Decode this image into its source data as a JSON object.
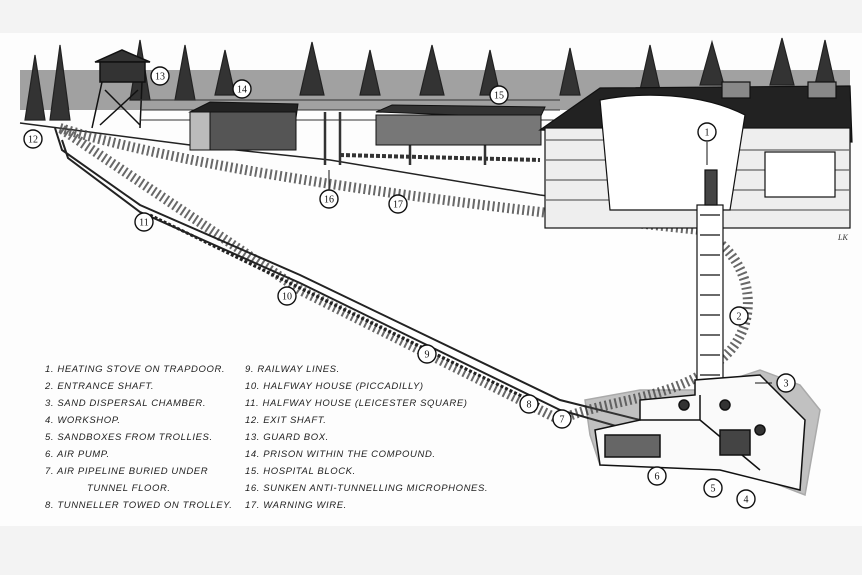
{
  "markers": [
    "1",
    "2",
    "3",
    "4",
    "5",
    "6",
    "7",
    "8",
    "9",
    "10",
    "11",
    "12",
    "13",
    "14",
    "15",
    "16",
    "17"
  ],
  "legend": {
    "left": [
      "1. Heating stove on trapdoor.",
      "2. Entrance shaft.",
      "3. Sand dispersal chamber.",
      "4. Workshop.",
      "5. Sandboxes from trollies.",
      "6. Air pump.",
      "7. Air pipeline buried under",
      "tunnel floor.",
      "8. Tunneller towed on trolley."
    ],
    "right": [
      "9. Railway lines.",
      "10. Halfway house (Piccadilly)",
      "11. Halfway house (Leicester Square)",
      "12. Exit shaft.",
      "13. Guard box.",
      "14. Prison within the compound.",
      "15. Hospital block.",
      "16. Sunken anti-tunnelling microphones.",
      "17. Warning wire."
    ]
  },
  "signature": "LK"
}
